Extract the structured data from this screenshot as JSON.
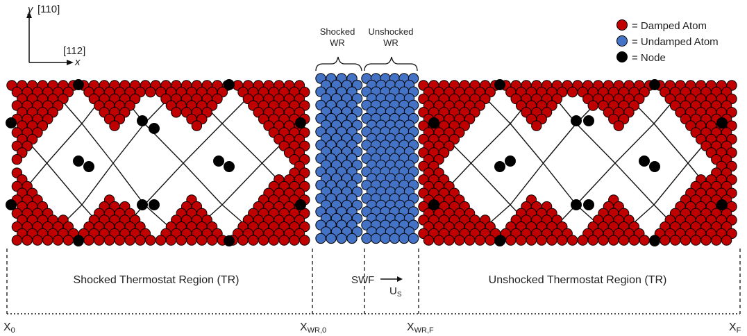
{
  "axes": {
    "y_label": "y",
    "y_dir": "[110]",
    "x_label": "x",
    "x_dir": "[112]"
  },
  "legend": [
    {
      "text": "= Damped Atom",
      "color": "#c00000",
      "kind": "damped-atom"
    },
    {
      "text": "= Undamped Atom",
      "color": "#4472c4",
      "kind": "undamped-atom"
    },
    {
      "text": "= Node",
      "color": "#000000",
      "kind": "node"
    }
  ],
  "window_labels": {
    "shocked_l1": "Shocked",
    "shocked_l2": "WR",
    "unshocked_l1": "Unshocked",
    "unshocked_l2": "WR"
  },
  "regions": {
    "shocked": "Shocked Thermostat Region (TR)",
    "unshocked": "Unshocked Thermostat Region (TR)",
    "swf": "SWF",
    "velocity": "U",
    "velocity_sub": "S"
  },
  "positions": {
    "x0": "X",
    "x0_sub": "0",
    "xwr0": "X",
    "xwr0_sub": "WR,0",
    "xwrf": "X",
    "xwrf_sub": "WR,F",
    "xf": "X",
    "xf_sub": "F"
  },
  "colors": {
    "damped": "#c00000",
    "undamped": "#4472c4",
    "node": "#000000",
    "line": "#111111"
  }
}
